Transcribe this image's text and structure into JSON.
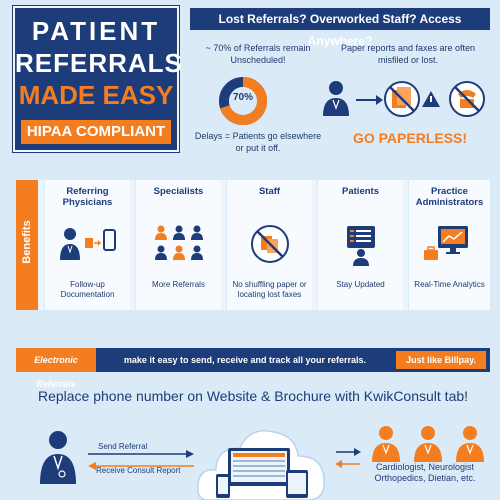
{
  "title": {
    "line1": "PATIENT",
    "line2": "REFERRALS",
    "line3": "MADE EASY",
    "badge": "HIPAA COMPLIANT"
  },
  "issues": {
    "header": "Lost Referrals?  Overworked Staff?  Access Anywhere?",
    "unscheduled_text": "~ 70% of Referrals remain Unscheduled!",
    "percent_label": "70%",
    "percent_value": 70,
    "paper_text": "Paper reports and faxes are often misfiled or lost.",
    "delays_text": "Delays = Patients go elsewhere or put it off.",
    "go_paperless": "GO PAPERLESS!"
  },
  "benefits": {
    "label": "Benefits",
    "columns": [
      {
        "head": "Referring Physicians",
        "caption": "Follow-up Documentation",
        "icon": "physician-to-phone-icon"
      },
      {
        "head": "Specialists",
        "caption": "More Referrals",
        "icon": "people-group-icon"
      },
      {
        "head": "Staff",
        "caption": "No shuffling paper or locating lost faxes",
        "icon": "no-paper-icon"
      },
      {
        "head": "Patients",
        "caption": "Stay Updated",
        "icon": "patient-computer-icon"
      },
      {
        "head": "Practice Administrators",
        "caption": "Real-Time Analytics",
        "icon": "monitor-chart-icon"
      }
    ]
  },
  "eref": {
    "tag": "Electronic Referrals",
    "text": "make it easy to send, receive and track all your referrals.",
    "billpay": "Just like Billpay."
  },
  "replace_line": "Replace phone number on Website & Brochure with KwikConsult tab!",
  "flow": {
    "send": "Send Referral",
    "receive": "Receive Consult Report",
    "specialists": "Cardiologist, Neurologist Orthopedics, Dietian, etc."
  },
  "colors": {
    "navy": "#1d3c7a",
    "orange": "#f47d20",
    "bg": "#dbeaf7"
  }
}
